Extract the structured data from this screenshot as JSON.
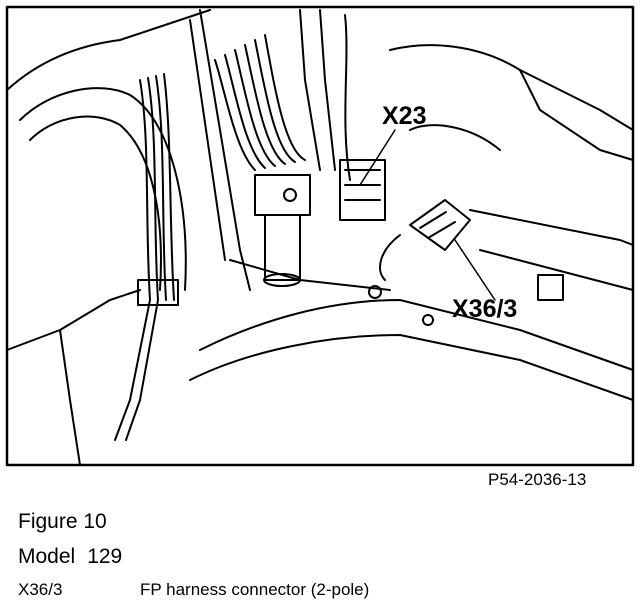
{
  "callouts": {
    "x23": "X23",
    "x36_3": "X36/3"
  },
  "drawing_code": "P54-2036-13",
  "figure_title": "Figure 10",
  "model": {
    "label": "Model",
    "number": "129"
  },
  "legend": [
    {
      "code": "X36/3",
      "description": "FP harness connector (2-pole)"
    }
  ],
  "colors": {
    "line": "#000000",
    "background": "#ffffff"
  }
}
